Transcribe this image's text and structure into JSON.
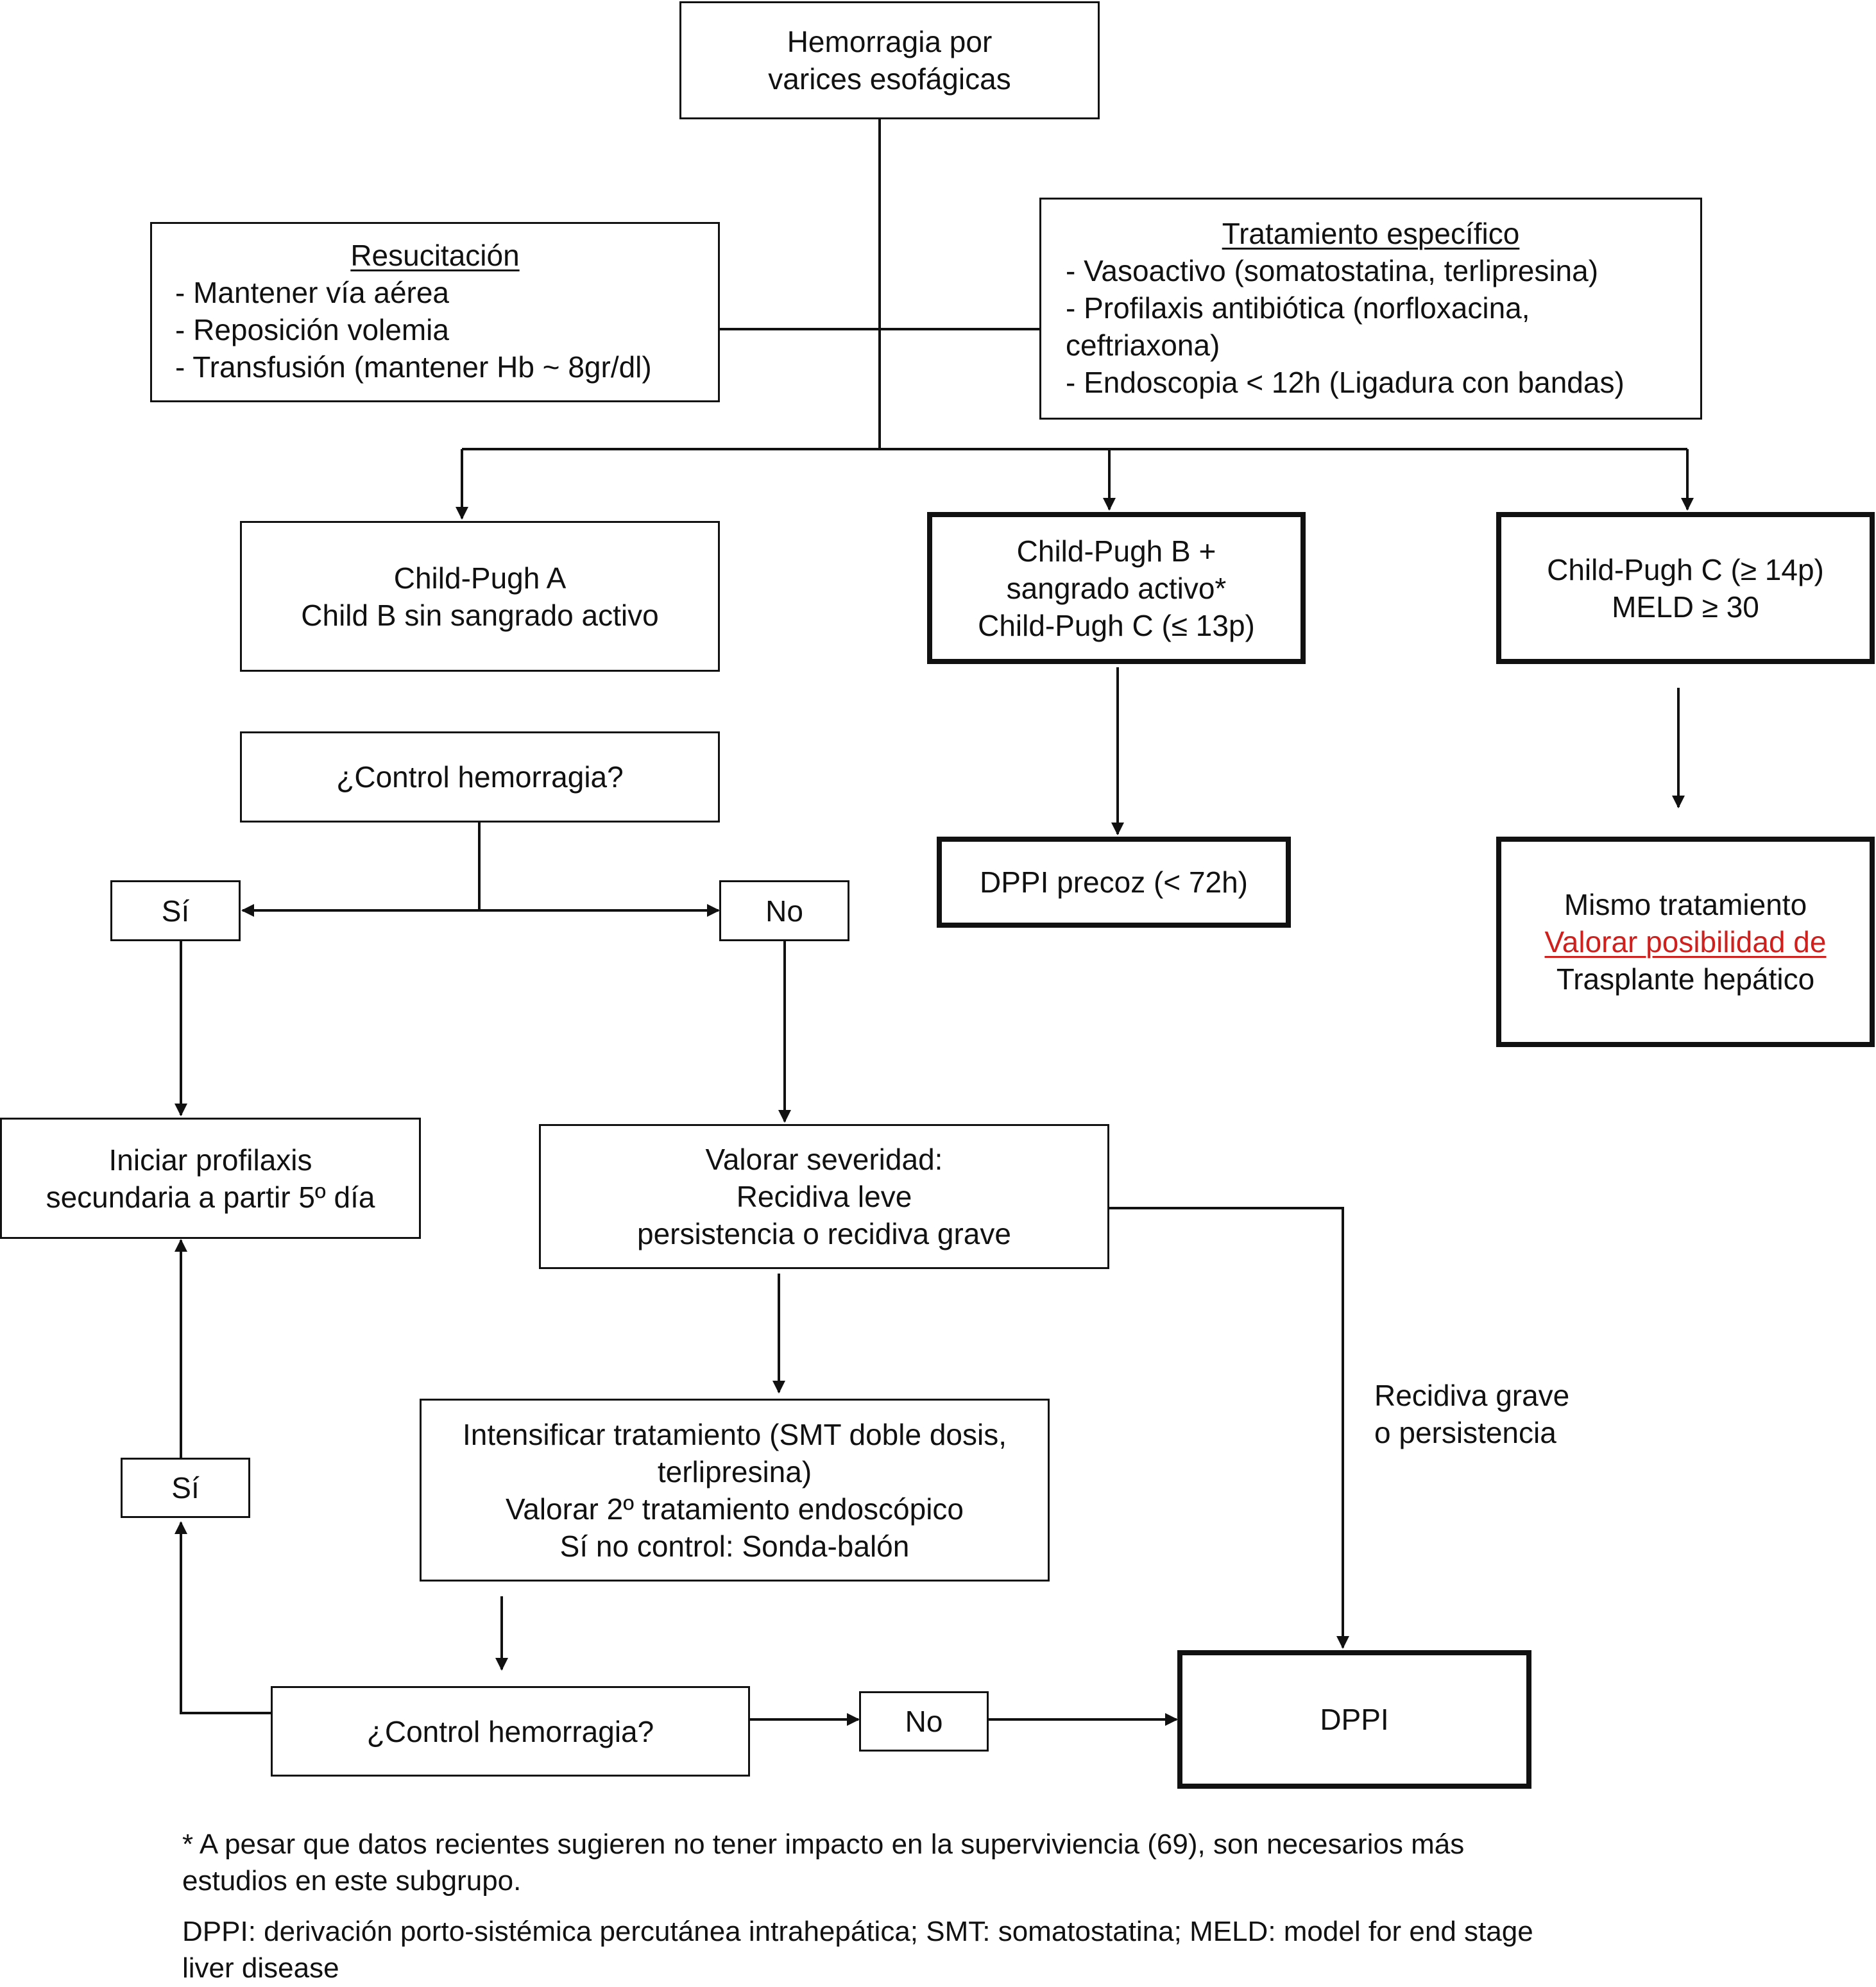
{
  "start": {
    "line1": "Hemorragia por",
    "line2": "varices esofágicas"
  },
  "resucitacion": {
    "title": "Resucitación",
    "items": [
      "- Mantener vía aérea",
      "- Reposición volemia",
      "- Transfusión (mantener Hb ~ 8gr/dl)"
    ]
  },
  "tratamiento": {
    "title": "Tratamiento específico",
    "items": [
      "- Vasoactivo (somatostatina, terlipresina)",
      "- Profilaxis antibiótica (norfloxacina,",
      "ceftriaxona)",
      "- Endoscopia < 12h (Ligadura con bandas)"
    ]
  },
  "child_a": {
    "line1": "Child-Pugh A",
    "line2": "Child B sin sangrado activo"
  },
  "child_b": {
    "line1": "Child-Pugh B +",
    "line2": "sangrado activo*",
    "line3": "Child-Pugh C (≤ 13p)"
  },
  "child_c": {
    "line1": "Child-Pugh C (≥ 14p)",
    "line2": "MELD ≥ 30"
  },
  "control1": {
    "label": "¿Control hemorragia?"
  },
  "si1": {
    "label": "Sí"
  },
  "no1": {
    "label": "No"
  },
  "dppi_precoz": {
    "label": "DPPI precoz (< 72h)"
  },
  "mismo": {
    "line1": "Mismo tratamiento",
    "line2": "Valorar posibilidad de",
    "line3": "Trasplante hepático"
  },
  "profilaxis": {
    "line1": "Iniciar profilaxis",
    "line2": "secundaria a partir 5º día"
  },
  "severidad": {
    "line1": "Valorar severidad:",
    "line2": "Recidiva leve",
    "line3": "persistencia o recidiva grave"
  },
  "recidiva_label": {
    "line1": "Recidiva grave",
    "line2": "o persistencia"
  },
  "intensificar": {
    "line1": "Intensificar tratamiento (SMT doble dosis,",
    "line2": "terlipresina)",
    "line3": "Valorar 2º tratamiento endoscópico",
    "line4": "Sí no control: Sonda-balón"
  },
  "si2": {
    "label": "Sí"
  },
  "control2": {
    "label": "¿Control hemorragia?"
  },
  "no2": {
    "label": "No"
  },
  "dppi": {
    "label": "DPPI"
  },
  "footnote": {
    "star": "* A pesar que datos recientes sugieren no tener impacto en la superviviencia (69), son necesarios más estudios en este subgrupo.",
    "abbrev": "DPPI: derivación porto-sistémica percutánea intrahepática; SMT: somatostatina; MELD: model for end stage liver disease"
  },
  "colors": {
    "line": "#111111",
    "highlight": "#d0201e"
  }
}
